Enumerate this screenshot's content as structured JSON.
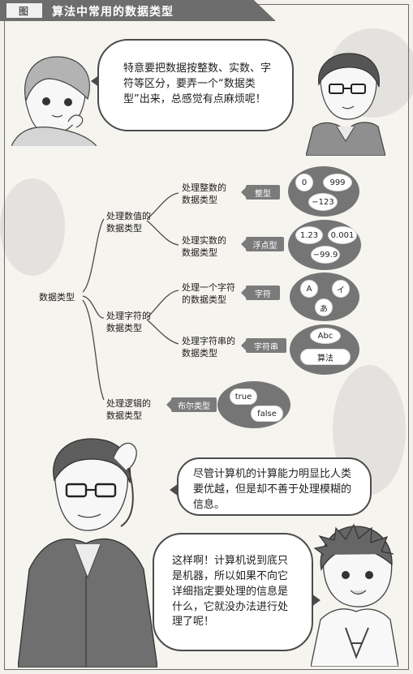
{
  "header": {
    "figure_tag": "图",
    "title": "算法中常用的数据类型"
  },
  "dialogue": {
    "top": "特意要把数据按整数、实数、字符等区分，要弄一个“数据类型”出来，总感觉有点麻烦呢！",
    "mid": "尽管计算机的计算能力明显比人类要优越，但是却不善于处理模糊的信息。",
    "bottom": "这样啊！计算机说到底只是机器，所以如果不向它详细指定要处理的信息是什么，它就没办法进行处理了呢！"
  },
  "diagram": {
    "root": "数据类型",
    "groups": [
      {
        "label": "处理数值的\n数据类型",
        "children": [
          {
            "label": "处理整数的\n数据类型",
            "tag": "整型",
            "values": [
              "0",
              "999",
              "−123"
            ]
          },
          {
            "label": "处理实数的\n数据类型",
            "tag": "浮点型",
            "values": [
              "1.23",
              "0.001",
              "−99.9"
            ]
          }
        ]
      },
      {
        "label": "处理字符的\n数据类型",
        "children": [
          {
            "label": "处理一个字符\n的数据类型",
            "tag": "字符",
            "values": [
              "A",
              "イ",
              "あ"
            ]
          },
          {
            "label": "处理字符串的\n数据类型",
            "tag": "字符串",
            "values": [
              "Abc",
              "算法"
            ]
          }
        ]
      },
      {
        "label": "处理逻辑的\n数据类型",
        "children": [
          {
            "label": "",
            "tag": "布尔类型",
            "values": [
              "true",
              "false"
            ]
          }
        ]
      }
    ]
  },
  "colors": {
    "header": "#6d6d6d",
    "tag": "#7b7b7b",
    "oval": "#757575",
    "line": "#4a4a4a"
  },
  "illustrations": {
    "top_left": "girl-character",
    "top_right": "man-with-glasses",
    "bottom_left": "man-scratching-head",
    "bottom_right": "boy-with-a-shirt"
  }
}
